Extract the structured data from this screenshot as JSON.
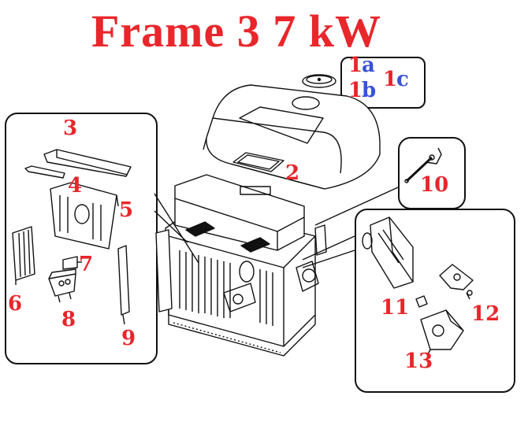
{
  "title": "Frame 3 7 kW",
  "colors": {
    "label_red": "#e8262b",
    "label_blue": "#3a52d8",
    "line": "#111111"
  },
  "labels": {
    "1a_num": "1",
    "1a_suffix": "a",
    "1b_num": "1",
    "1b_suffix": "b",
    "1c_num": "1",
    "1c_suffix": "c",
    "p2": "2",
    "p3": "3",
    "p4": "4",
    "p5": "5",
    "p6": "6",
    "p7": "7",
    "p8": "8",
    "p9": "9",
    "p10": "10",
    "p11": "11",
    "p12": "12",
    "p13": "13"
  }
}
